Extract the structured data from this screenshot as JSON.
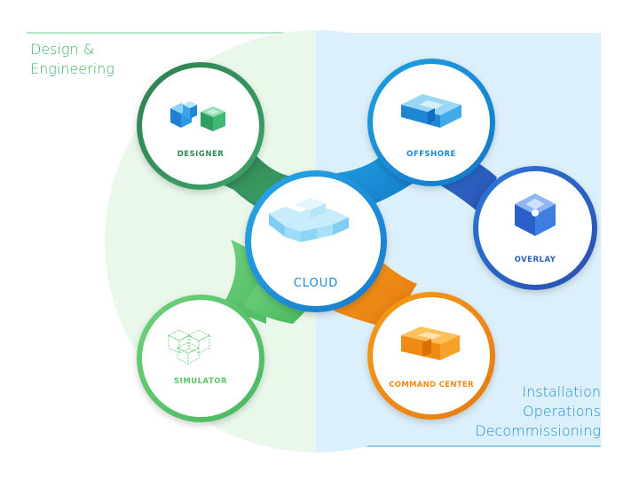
{
  "regions": {
    "design": {
      "lines": [
        "Design &",
        "Engineering"
      ],
      "color": "#3bb35b",
      "tint": "#eaf8ec"
    },
    "operations": {
      "lines": [
        "Installation",
        "Operations",
        "Decommissioning"
      ],
      "color": "#1f8fd6",
      "tint": "#dcf0fb"
    }
  },
  "nodes": {
    "cloud": {
      "label": "CLOUD",
      "color": "#1e88d6",
      "icon": "cloud-blocks-icon"
    },
    "designer": {
      "label": "DESIGNER",
      "color": "#2e8b57",
      "icon": "designer-cubes-icon"
    },
    "offshore": {
      "label": "OFFSHORE",
      "color": "#1588d4",
      "icon": "offshore-blocks-icon"
    },
    "overlay": {
      "label": "OVERLAY",
      "color": "#2d5fbf",
      "icon": "overlay-cube-icon"
    },
    "simulator": {
      "label": "SIMULATOR",
      "color": "#5cc46b",
      "icon": "simulator-wire-cubes-icon"
    },
    "command_center": {
      "label": "COMMAND CENTER",
      "color": "#ee8a16",
      "icon": "command-center-blocks-icon"
    }
  }
}
